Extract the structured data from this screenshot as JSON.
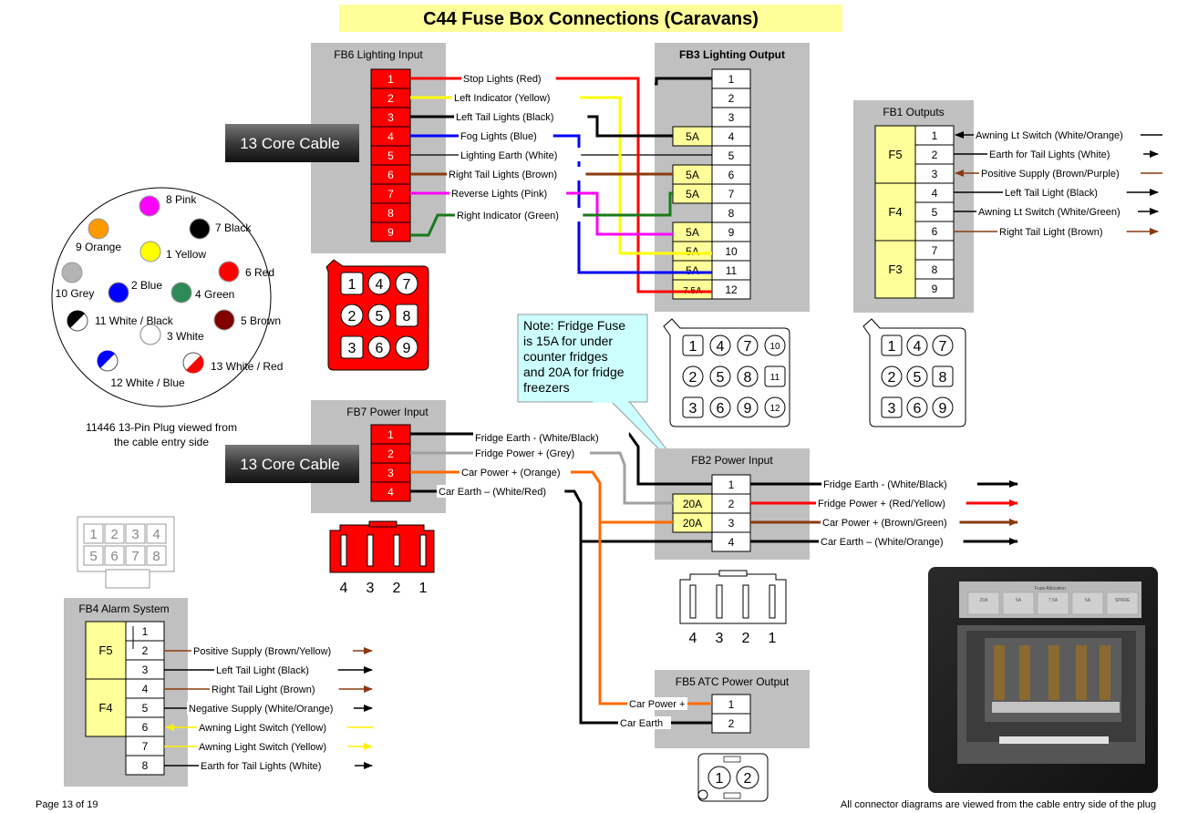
{
  "title": "C44 Fuse Box Connections (Caravans)",
  "cable_label": "13 Core Cable",
  "fb6": {
    "title": "FB6 Lighting Input",
    "pins": [
      "1",
      "2",
      "3",
      "4",
      "5",
      "6",
      "7",
      "8",
      "9"
    ],
    "wires": [
      "Stop Lights (Red)",
      "Left Indicator (Yellow)",
      "Left Tail Lights (Black)",
      "Fog Lights (Blue)",
      "Lighting Earth (White)",
      "Right Tail Lights (Brown)",
      "Reverse Lights (Pink)",
      "Right Indicator (Green)"
    ]
  },
  "fb3": {
    "title": "FB3 Lighting Output",
    "pins": [
      "1",
      "2",
      "3",
      "4",
      "5",
      "6",
      "7",
      "8",
      "9",
      "10",
      "11",
      "12"
    ],
    "fuses": [
      "5A",
      "5A",
      "5A",
      "5A",
      "5A",
      "5A",
      "7.5A"
    ]
  },
  "fb1": {
    "title": "FB1 Outputs",
    "groups": [
      "F5",
      "F4",
      "F3"
    ],
    "pins": [
      "1",
      "2",
      "3",
      "4",
      "5",
      "6",
      "7",
      "8",
      "9"
    ],
    "wires": [
      "Awning Lt Switch (White/Orange)",
      "Earth for Tail Lights (White)",
      "Positive Supply (Brown/Purple)",
      "Left Tail Light (Black)",
      "Awning Lt Switch (White/Green)",
      "Right Tail Light (Brown)"
    ]
  },
  "plug": {
    "pins": [
      "8 Pink",
      "7 Black",
      "9 Orange",
      "1 Yellow",
      "6 Red",
      "10 Grey",
      "2 Blue",
      "4 Green",
      "5 Brown",
      "11 White / Black",
      "3 White",
      "12 White / Blue",
      "13 White / Red"
    ],
    "caption": [
      "11446 13-Pin Plug viewed from",
      "the cable entry side"
    ]
  },
  "fb7": {
    "title": "FB7 Power Input",
    "pins": [
      "1",
      "2",
      "3",
      "4"
    ],
    "wires": [
      "Fridge Earth - (White/Black)",
      "Fridge Power + (Grey)",
      "Car Power + (Orange)",
      "Car Earth – (White/Red)"
    ]
  },
  "note": [
    "Note: Fridge Fuse",
    "is 15A for under",
    "counter fridges",
    "and 20A for fridge",
    "freezers"
  ],
  "fb2": {
    "title": "FB2 Power Input",
    "pins": [
      "1",
      "2",
      "3",
      "4"
    ],
    "fuses": [
      "20A",
      "20A"
    ],
    "wires": [
      "Fridge Earth - (White/Black)",
      "Fridge Power + (Red/Yellow)",
      "Car Power + (Brown/Green)",
      "Car Earth – (White/Orange)"
    ]
  },
  "connector_digits": {
    "nine": [
      "1",
      "4",
      "7",
      "2",
      "5",
      "8",
      "3",
      "6",
      "9"
    ],
    "twelve": [
      "1",
      "4",
      "7",
      "10",
      "2",
      "5",
      "8",
      "11",
      "3",
      "6",
      "9",
      "12"
    ],
    "eight": [
      "1",
      "2",
      "3",
      "4",
      "5",
      "6",
      "7",
      "8"
    ],
    "four": [
      "4",
      "3",
      "2",
      "1"
    ],
    "two": [
      "1",
      "2"
    ]
  },
  "fb4": {
    "title": "FB4 Alarm System",
    "groups": [
      "F5",
      "F4"
    ],
    "pins": [
      "1",
      "2",
      "3",
      "4",
      "5",
      "6",
      "7",
      "8"
    ],
    "wires": [
      "Positive Supply (Brown/Yellow)",
      "Left Tail Light (Black)",
      "Right Tail Light (Brown)",
      "Negative  Supply (White/Orange)",
      "Awning Light Switch (Yellow)",
      "Awning Light Switch (Yellow)",
      "Earth for Tail Lights (White)"
    ]
  },
  "fb5": {
    "title": "FB5 ATC Power Output",
    "pins": [
      "1",
      "2"
    ],
    "wires": [
      "Car Power +",
      "Car Earth"
    ]
  },
  "photo": {
    "labels": [
      "Fuse Allocation",
      "20A",
      "5A",
      "7.5A",
      "SPARE"
    ]
  },
  "footer": {
    "page": "Page 13 of 19",
    "note": "All connector diagrams are viewed from the cable entry side of the plug"
  },
  "colors": {
    "red": "#ff0000",
    "yellow": "#ffff00",
    "black": "#000000",
    "blue": "#0000ff",
    "brown": "#8b3a10",
    "pink": "#ff00ff",
    "green": "#008000",
    "orange": "#ff6a00",
    "grey": "#a0a0a0",
    "box": "#c0c0c0",
    "fuse": "#ffff99",
    "title_bg": "#ffff99",
    "note_bg": "#ccffff"
  }
}
